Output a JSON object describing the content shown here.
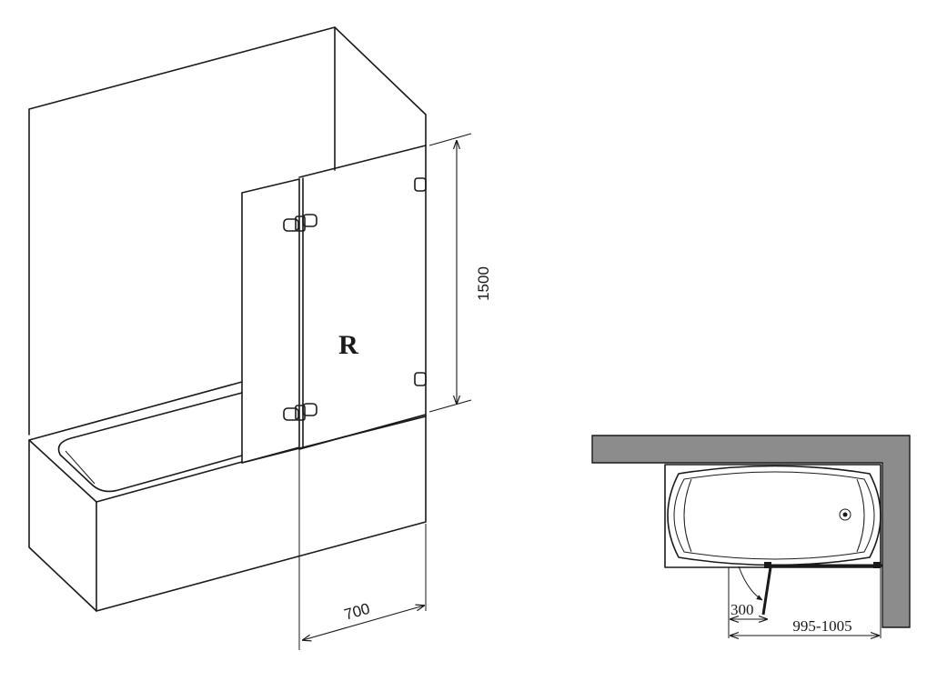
{
  "labels": {
    "side": "R",
    "height_dim": "1500",
    "width_dim": "700",
    "swing_dim": "300",
    "range_dim": "995-1005"
  },
  "colors": {
    "line": "#1a1a1a",
    "wall_plan": "#8c8c8c",
    "background": "#ffffff"
  }
}
